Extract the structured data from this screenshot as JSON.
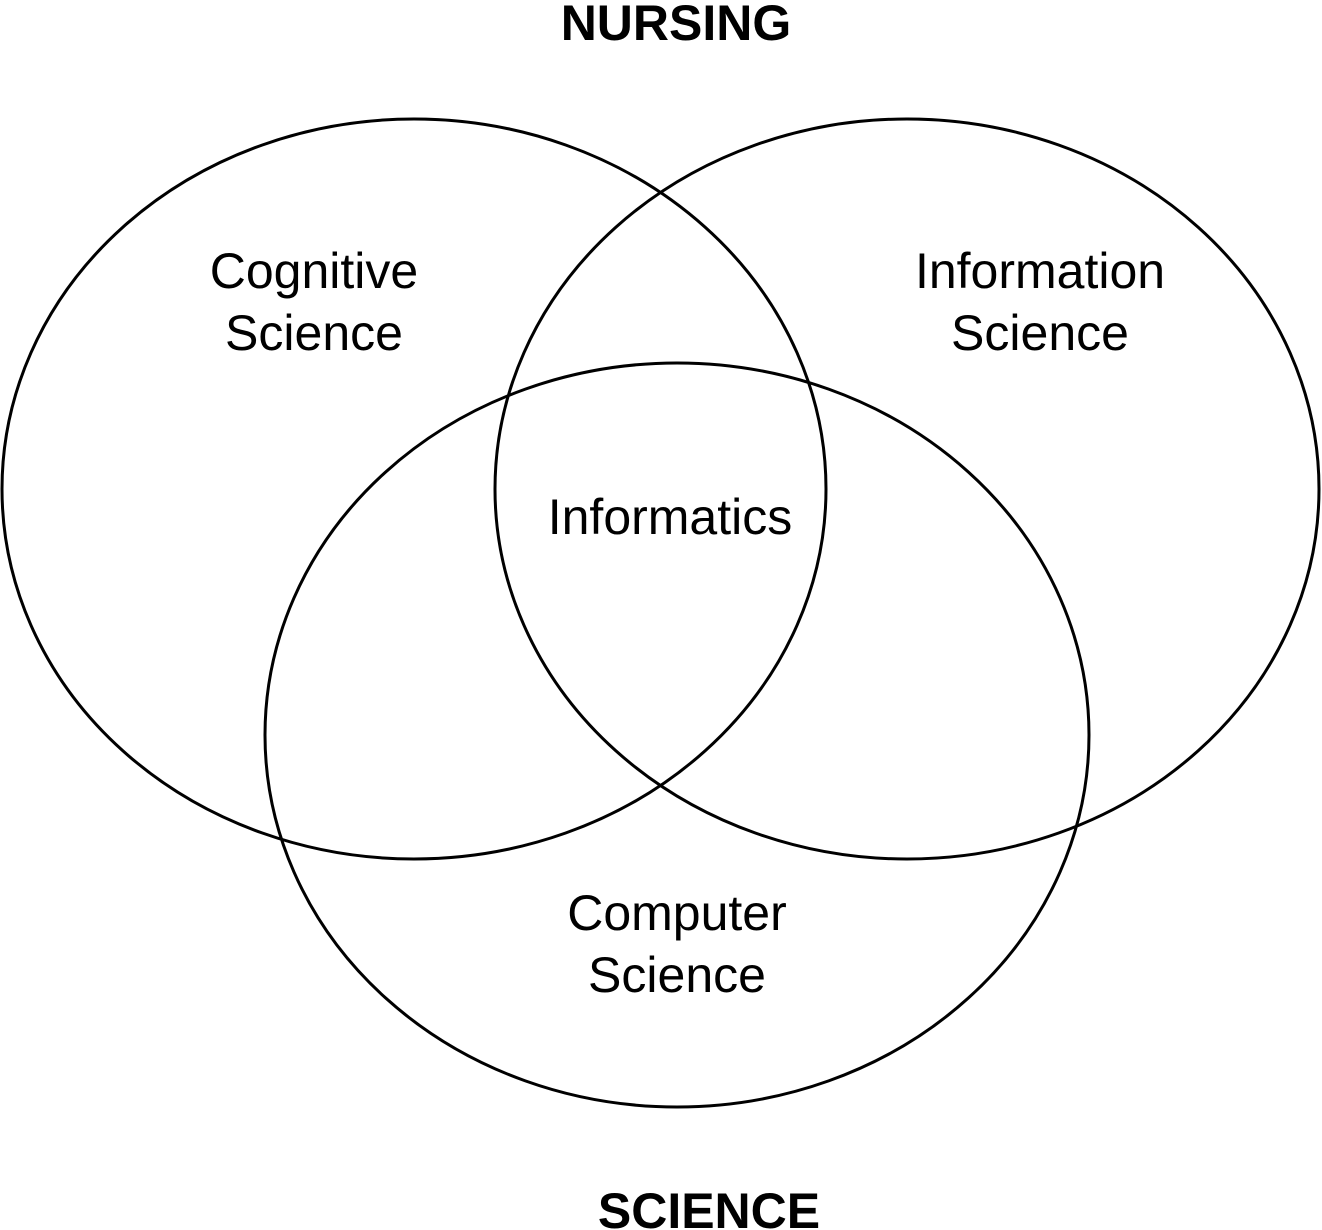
{
  "diagram": {
    "type": "venn",
    "top_heading": "NURSING",
    "bottom_heading": "SCIENCE",
    "line_color": "#000000",
    "background_color": "#ffffff",
    "sets": [
      {
        "line1": "Cognitive",
        "line2": "Science"
      },
      {
        "line1": "Information",
        "line2": "Science"
      },
      {
        "line1": "Computer",
        "line2": "Science"
      }
    ],
    "center_label": "Informatics"
  }
}
